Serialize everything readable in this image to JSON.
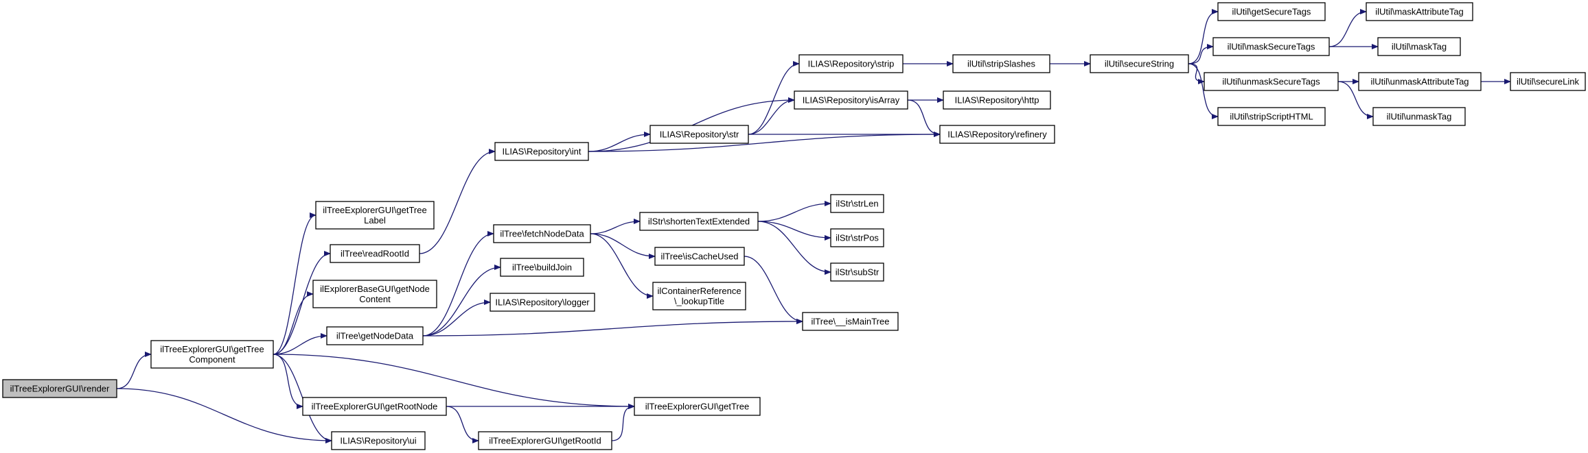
{
  "diagram": {
    "colors": {
      "edge": "#191970",
      "node_border": "#000000",
      "node_fill": "#ffffff",
      "root_fill": "#bfbfbf"
    },
    "nodes": [
      {
        "id": "render",
        "lines": [
          "ilTreeExplorerGUI\\render"
        ],
        "root": true
      },
      {
        "id": "getTreeComponent",
        "lines": [
          "ilTreeExplorerGUI\\getTree",
          "Component"
        ]
      },
      {
        "id": "getTreeLabel",
        "lines": [
          "ilTreeExplorerGUI\\getTree",
          "Label"
        ]
      },
      {
        "id": "readRootId",
        "lines": [
          "ilTree\\readRootId"
        ]
      },
      {
        "id": "getNodeContent",
        "lines": [
          "ilExplorerBaseGUI\\getNode",
          "Content"
        ]
      },
      {
        "id": "getNodeData",
        "lines": [
          "ilTree\\getNodeData"
        ]
      },
      {
        "id": "getRootNode",
        "lines": [
          "ilTreeExplorerGUI\\getRootNode"
        ]
      },
      {
        "id": "ui",
        "lines": [
          "ILIAS\\Repository\\ui"
        ]
      },
      {
        "id": "int",
        "lines": [
          "ILIAS\\Repository\\int"
        ]
      },
      {
        "id": "fetchNodeData",
        "lines": [
          "ilTree\\fetchNodeData"
        ]
      },
      {
        "id": "buildJoin",
        "lines": [
          "ilTree\\buildJoin"
        ]
      },
      {
        "id": "logger",
        "lines": [
          "ILIAS\\Repository\\logger"
        ]
      },
      {
        "id": "getRootId",
        "lines": [
          "ilTreeExplorerGUI\\getRootId"
        ]
      },
      {
        "id": "getTree",
        "lines": [
          "ilTreeExplorerGUI\\getTree"
        ]
      },
      {
        "id": "shortenTextExtended",
        "lines": [
          "ilStr\\shortenTextExtended"
        ]
      },
      {
        "id": "isCacheUsed",
        "lines": [
          "ilTree\\isCacheUsed"
        ]
      },
      {
        "id": "lookupTitle",
        "lines": [
          "ilContainerReference",
          "\\_lookupTitle"
        ]
      },
      {
        "id": "str",
        "lines": [
          "ILIAS\\Repository\\str"
        ]
      },
      {
        "id": "strip",
        "lines": [
          "ILIAS\\Repository\\strip"
        ]
      },
      {
        "id": "isArray",
        "lines": [
          "ILIAS\\Repository\\isArray"
        ]
      },
      {
        "id": "strLen",
        "lines": [
          "ilStr\\strLen"
        ]
      },
      {
        "id": "strPos",
        "lines": [
          "ilStr\\strPos"
        ]
      },
      {
        "id": "subStr",
        "lines": [
          "ilStr\\subStr"
        ]
      },
      {
        "id": "isMainTree",
        "lines": [
          "ilTree\\__isMainTree"
        ]
      },
      {
        "id": "stripSlashes",
        "lines": [
          "ilUtil\\stripSlashes"
        ]
      },
      {
        "id": "http",
        "lines": [
          "ILIAS\\Repository\\http"
        ]
      },
      {
        "id": "refinery",
        "lines": [
          "ILIAS\\Repository\\refinery"
        ]
      },
      {
        "id": "secureString",
        "lines": [
          "ilUtil\\secureString"
        ]
      },
      {
        "id": "getSecureTags",
        "lines": [
          "ilUtil\\getSecureTags"
        ]
      },
      {
        "id": "maskSecureTags",
        "lines": [
          "ilUtil\\maskSecureTags"
        ]
      },
      {
        "id": "unmaskSecureTags",
        "lines": [
          "ilUtil\\unmaskSecureTags"
        ]
      },
      {
        "id": "stripScriptHTML",
        "lines": [
          "ilUtil\\stripScriptHTML"
        ]
      },
      {
        "id": "maskAttributeTag",
        "lines": [
          "ilUtil\\maskAttributeTag"
        ]
      },
      {
        "id": "maskTag",
        "lines": [
          "ilUtil\\maskTag"
        ]
      },
      {
        "id": "unmaskAttributeTag",
        "lines": [
          "ilUtil\\unmaskAttributeTag"
        ]
      },
      {
        "id": "unmaskTag",
        "lines": [
          "ilUtil\\unmaskTag"
        ]
      },
      {
        "id": "secureLink",
        "lines": [
          "ilUtil\\secureLink"
        ]
      }
    ],
    "edges": [
      {
        "from": "render",
        "to": "getTreeComponent"
      },
      {
        "from": "render",
        "to": "ui"
      },
      {
        "from": "getTreeComponent",
        "to": "getTreeLabel"
      },
      {
        "from": "getTreeComponent",
        "to": "readRootId"
      },
      {
        "from": "getTreeComponent",
        "to": "getNodeContent"
      },
      {
        "from": "getTreeComponent",
        "to": "getNodeData"
      },
      {
        "from": "getTreeComponent",
        "to": "getRootNode"
      },
      {
        "from": "getTreeComponent",
        "to": "getTree"
      },
      {
        "from": "getTreeComponent",
        "to": "ui"
      },
      {
        "from": "readRootId",
        "to": "int"
      },
      {
        "from": "getNodeData",
        "to": "fetchNodeData"
      },
      {
        "from": "getNodeData",
        "to": "buildJoin"
      },
      {
        "from": "getNodeData",
        "to": "logger"
      },
      {
        "from": "getNodeData",
        "to": "isMainTree"
      },
      {
        "from": "getRootNode",
        "to": "getTree"
      },
      {
        "from": "getRootNode",
        "to": "getRootId"
      },
      {
        "from": "getRootId",
        "to": "getTree"
      },
      {
        "from": "int",
        "to": "str"
      },
      {
        "from": "int",
        "to": "isArray"
      },
      {
        "from": "int",
        "to": "refinery"
      },
      {
        "from": "fetchNodeData",
        "to": "shortenTextExtended"
      },
      {
        "from": "fetchNodeData",
        "to": "isCacheUsed"
      },
      {
        "from": "fetchNodeData",
        "to": "lookupTitle"
      },
      {
        "from": "shortenTextExtended",
        "to": "strLen"
      },
      {
        "from": "shortenTextExtended",
        "to": "strPos"
      },
      {
        "from": "shortenTextExtended",
        "to": "subStr"
      },
      {
        "from": "isCacheUsed",
        "to": "isMainTree"
      },
      {
        "from": "str",
        "to": "strip"
      },
      {
        "from": "str",
        "to": "isArray"
      },
      {
        "from": "str",
        "to": "refinery"
      },
      {
        "from": "strip",
        "to": "stripSlashes"
      },
      {
        "from": "isArray",
        "to": "http"
      },
      {
        "from": "isArray",
        "to": "refinery"
      },
      {
        "from": "stripSlashes",
        "to": "secureString"
      },
      {
        "from": "secureString",
        "to": "getSecureTags"
      },
      {
        "from": "secureString",
        "to": "maskSecureTags"
      },
      {
        "from": "secureString",
        "to": "unmaskSecureTags"
      },
      {
        "from": "secureString",
        "to": "stripScriptHTML"
      },
      {
        "from": "maskSecureTags",
        "to": "maskAttributeTag"
      },
      {
        "from": "maskSecureTags",
        "to": "maskTag"
      },
      {
        "from": "unmaskSecureTags",
        "to": "unmaskAttributeTag"
      },
      {
        "from": "unmaskSecureTags",
        "to": "unmaskTag"
      },
      {
        "from": "unmaskAttributeTag",
        "to": "secureLink"
      }
    ]
  }
}
